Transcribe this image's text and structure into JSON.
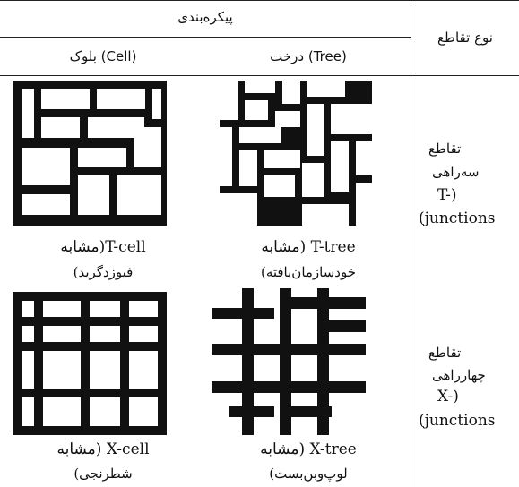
{
  "table": {
    "header": {
      "pattern_group": "پیکره‌بندی",
      "junction_type": "نوع تقاطع",
      "tree_col": "درخت (Tree)",
      "cell_col": "بلوک (Cell)"
    },
    "rows": [
      {
        "junction": {
          "line1": "تقاطع",
          "line2": "سه‌راهی",
          "line3": "T-)",
          "line4": "(junctions"
        },
        "tree_caption": {
          "line1": "T-tree (مشابه",
          "line2": "خودسازمان‌یافته)"
        },
        "cell_caption": {
          "line1": "T-cell(مشابه",
          "line2": "فیوزدگرید)"
        }
      },
      {
        "junction": {
          "line1": "تقاطع",
          "line2": "چهارراهی",
          "line3": "X-)",
          "line4": "(junctions"
        },
        "tree_caption": {
          "line1": "X-tree (مشابه",
          "line2": "لوپ‌وبن‌بست)"
        },
        "cell_caption": {
          "line1": "X-cell (مشابه",
          "line2": "شطرنجی)"
        }
      }
    ]
  },
  "colors": {
    "ink": "#111111",
    "background": "#ffffff"
  }
}
